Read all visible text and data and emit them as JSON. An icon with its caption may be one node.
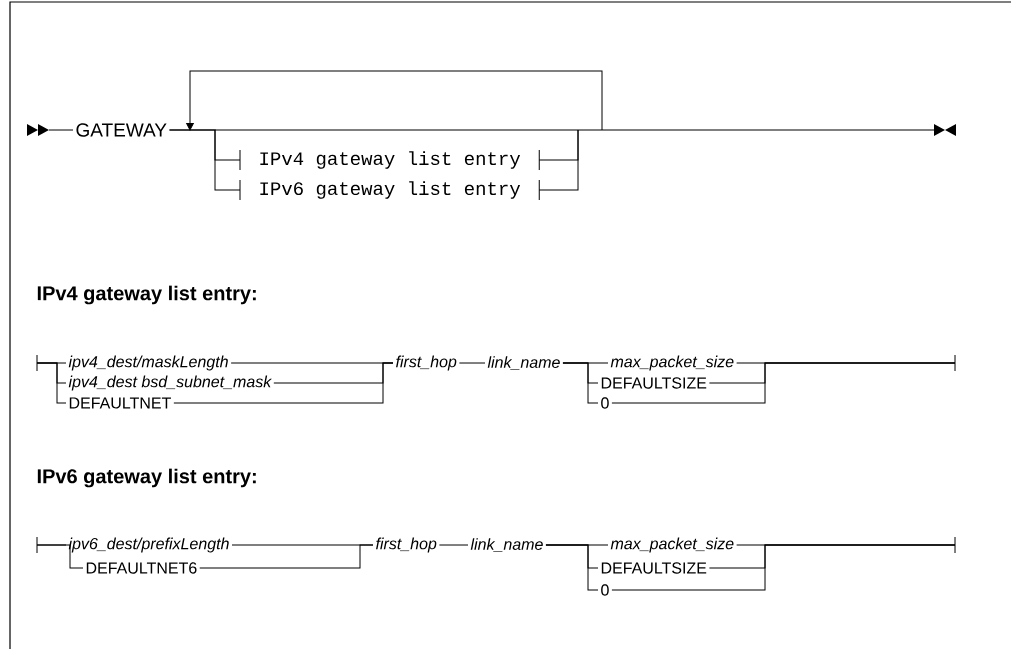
{
  "diagram": {
    "nodes": [
      {
        "text": [
          "GATEWAY"
        ]
      },
      {
        "text": [
          "IPv4 gateway list entry"
        ]
      },
      {
        "text": [
          "IPv6 gateway list entry"
        ]
      },
      {
        "text": [
          "ipv4_dest/maskLength"
        ]
      },
      {
        "text": [
          "ipv4_dest bsd_subnet_mask"
        ]
      },
      {
        "text": [
          "DEFAULTNET"
        ]
      },
      {
        "text": [
          "first_hop"
        ]
      },
      {
        "text": [
          "link_name"
        ]
      },
      {
        "text": [
          "max_packet_size"
        ]
      },
      {
        "text": [
          "DEFAULTSIZE"
        ]
      },
      {
        "text": [
          "0"
        ]
      },
      {
        "text": [
          "ipv6_dest/prefixLength"
        ]
      },
      {
        "text": [
          "DEFAULTNET6"
        ]
      },
      {
        "text": [
          "first_hop"
        ]
      },
      {
        "text": [
          "link_name"
        ]
      },
      {
        "text": [
          "max_packet_size"
        ]
      },
      {
        "text": [
          "DEFAULTSIZE"
        ]
      },
      {
        "text": [
          "0"
        ]
      },
      {
        "text": [],
        "shape": "bar"
      },
      {
        "text": [],
        "shape": "bar"
      },
      {
        "text": [],
        "shape": "bar"
      },
      {
        "text": [],
        "shape": "bar"
      }
    ],
    "edges": [
      {
        "from": 0,
        "to": 1,
        "arrow": "none"
      },
      {
        "from": 0,
        "to": 2,
        "arrow": "none"
      },
      {
        "from": 3,
        "to": 6,
        "arrow": "none"
      },
      {
        "from": 4,
        "to": 6,
        "arrow": "none"
      },
      {
        "from": 5,
        "to": 6,
        "arrow": "none"
      },
      {
        "from": 6,
        "to": 7,
        "arrow": "none"
      },
      {
        "from": 7,
        "to": 8,
        "arrow": "none"
      },
      {
        "from": 7,
        "to": 9,
        "arrow": "none"
      },
      {
        "from": 7,
        "to": 10,
        "arrow": "none"
      },
      {
        "from": 11,
        "to": 13,
        "arrow": "none"
      },
      {
        "from": 12,
        "to": 13,
        "arrow": "none"
      },
      {
        "from": 13,
        "to": 14,
        "arrow": "none"
      },
      {
        "from": 14,
        "to": 15,
        "arrow": "none"
      },
      {
        "from": 14,
        "to": 16,
        "arrow": "none"
      },
      {
        "from": 14,
        "to": 17,
        "arrow": "none"
      },
      {
        "from": 18,
        "to": 3,
        "arrow": "none"
      },
      {
        "from": 18,
        "to": 4,
        "arrow": "none"
      },
      {
        "from": 18,
        "to": 5,
        "arrow": "none"
      },
      {
        "from": 8,
        "to": 19,
        "arrow": "none"
      },
      {
        "from": 9,
        "to": 19,
        "arrow": "none"
      },
      {
        "from": 10,
        "to": 19,
        "arrow": "none"
      },
      {
        "from": 20,
        "to": 11,
        "arrow": "none"
      },
      {
        "from": 20,
        "to": 12,
        "arrow": "none"
      },
      {
        "from": 15,
        "to": 21,
        "arrow": "none"
      },
      {
        "from": 16,
        "to": 21,
        "arrow": "none"
      },
      {
        "from": 17,
        "to": 21,
        "arrow": "none"
      }
    ],
    "labels": [
      "IPv4 gateway list entry:",
      "IPv6 gateway list entry:"
    ]
  }
}
